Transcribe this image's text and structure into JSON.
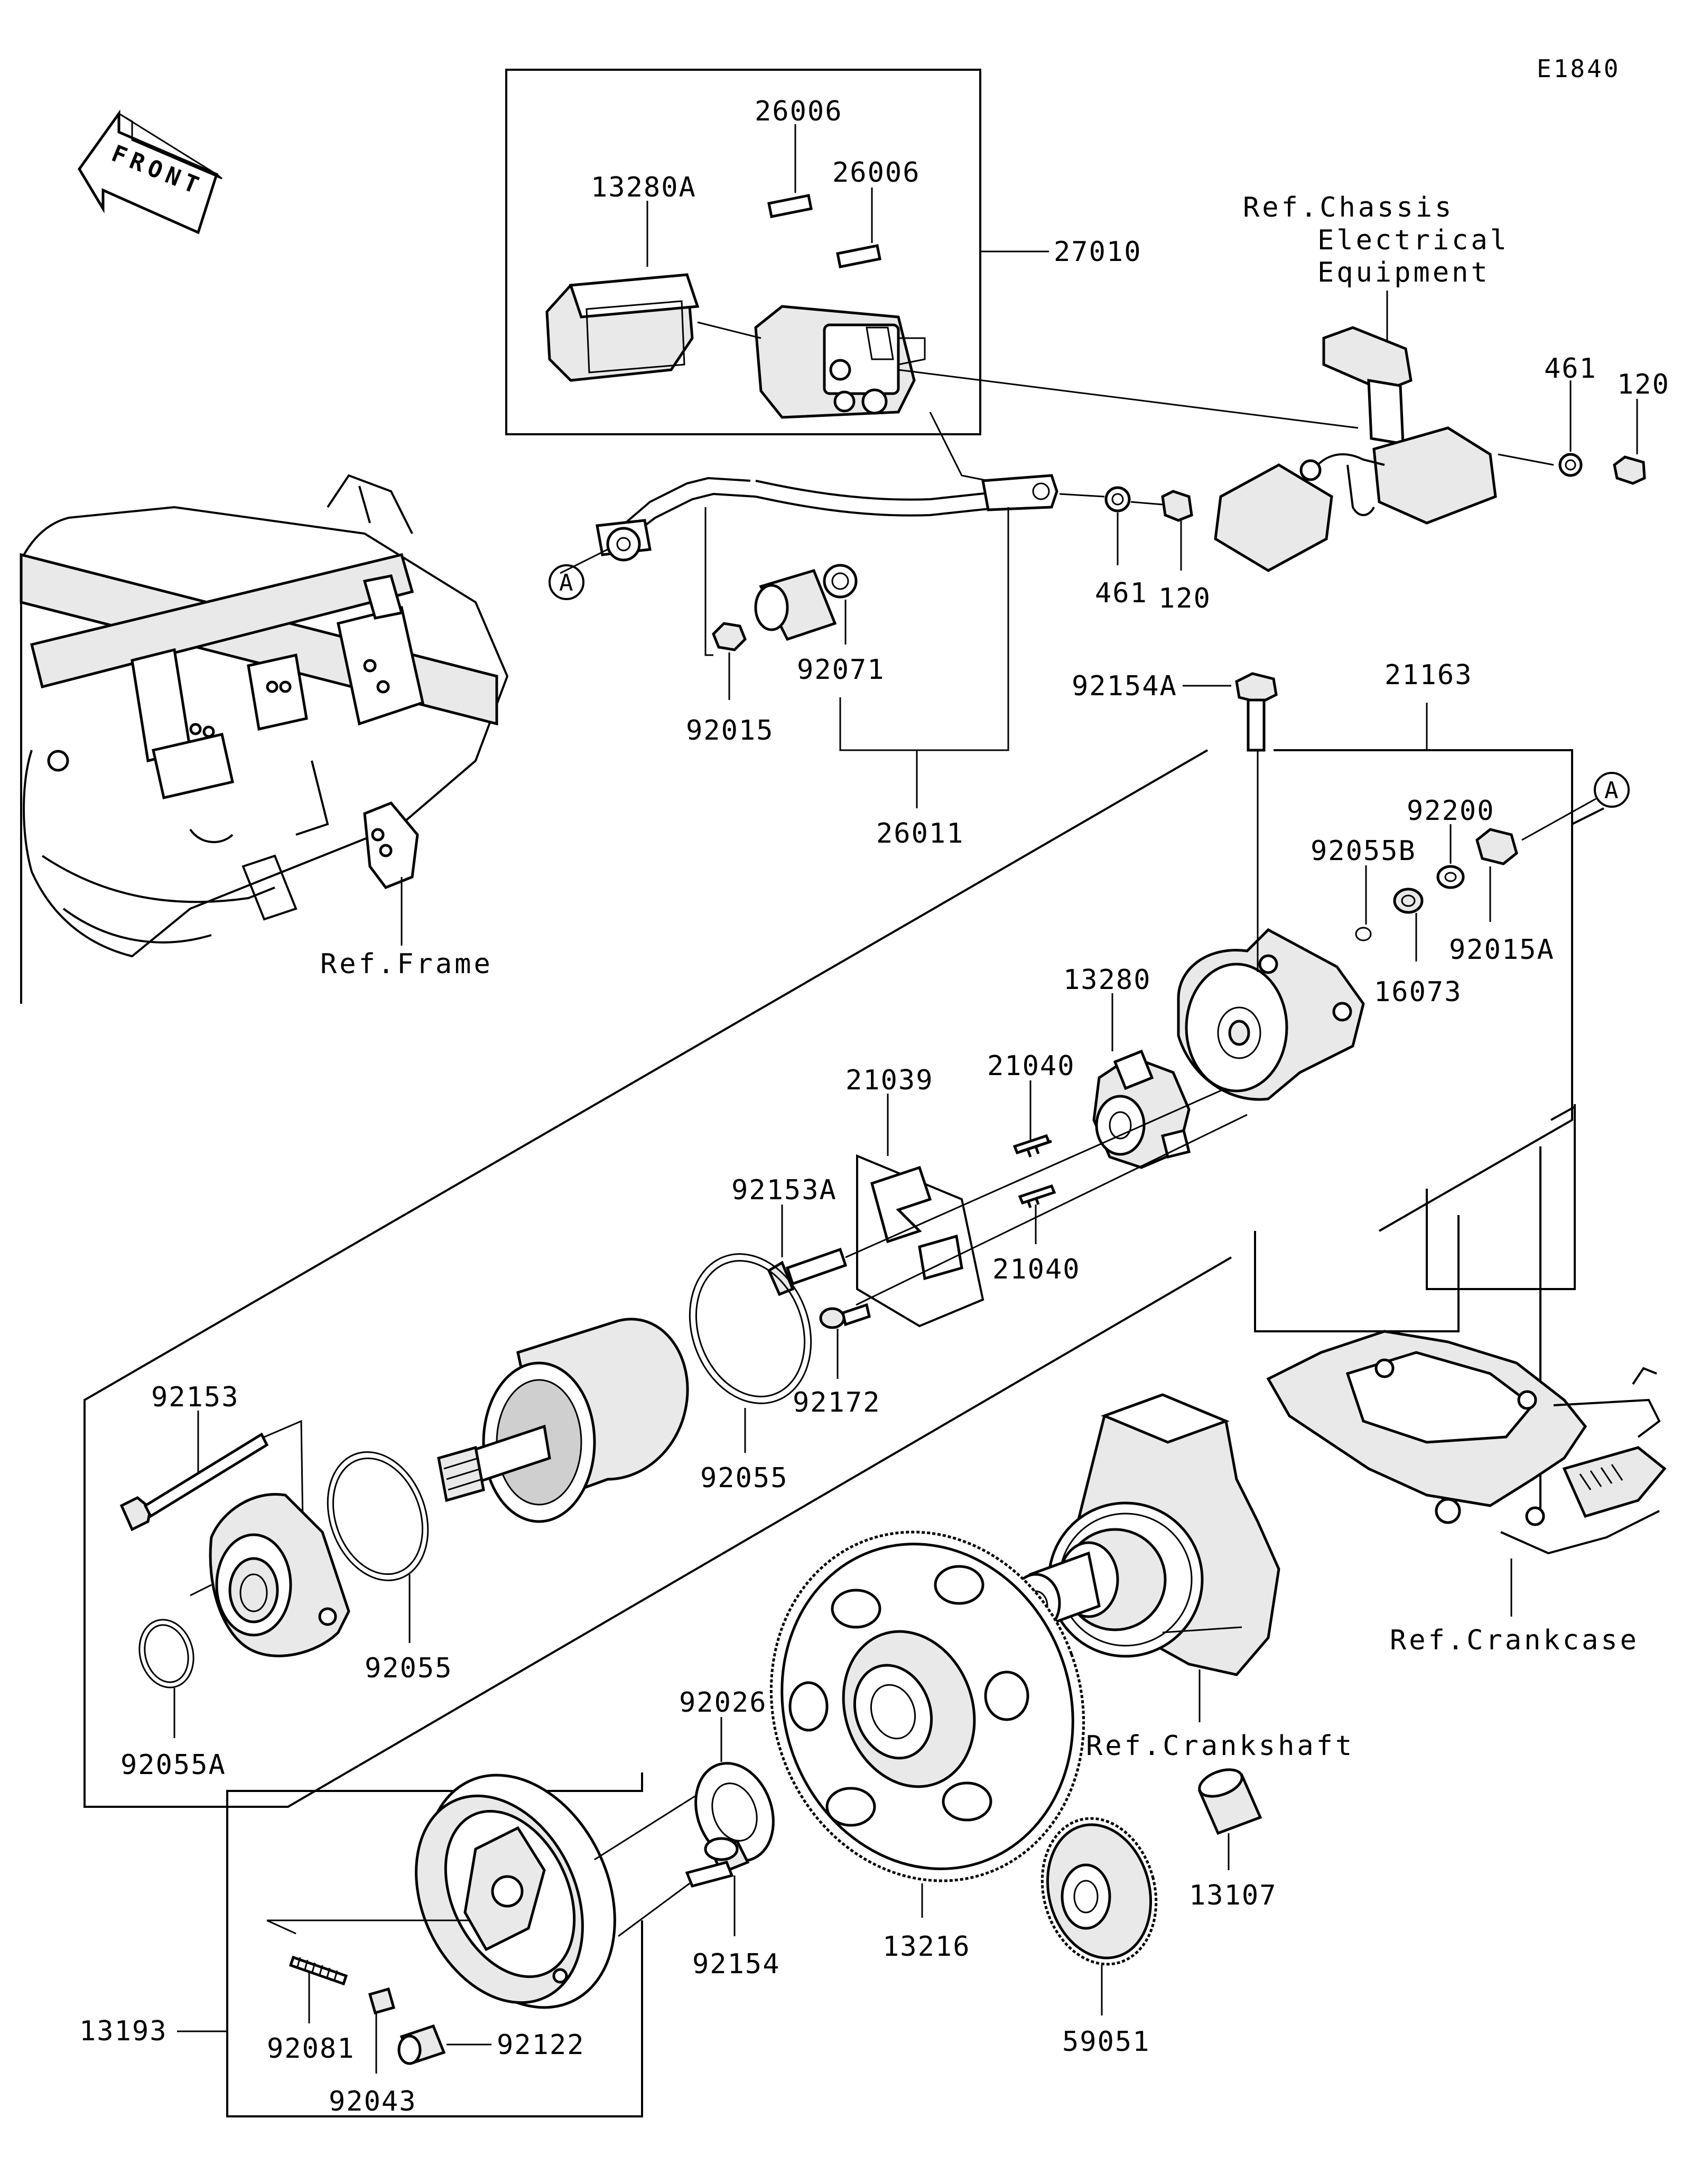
{
  "diagram_code": "E1840",
  "front_label": "FRONT",
  "callout_letter": "A",
  "parts": {
    "p26006a": "26006",
    "p26006b": "26006",
    "p13280A": "13280A",
    "p27010": "27010",
    "p461a": "461",
    "p120a": "120",
    "p461b": "461",
    "p120b": "120",
    "p92071": "92071",
    "p92015": "92015",
    "p26011": "26011",
    "p92154A": "92154A",
    "p21163": "21163",
    "p92200": "92200",
    "p92055B": "92055B",
    "p92015A": "92015A",
    "p16073": "16073",
    "p13280": "13280",
    "p21039": "21039",
    "p21040a": "21040",
    "p21040b": "21040",
    "p92153A": "92153A",
    "p92172": "92172",
    "p92153": "92153",
    "p92055a": "92055",
    "p92055b": "92055",
    "p92055A": "92055A",
    "p92026": "92026",
    "p13216": "13216",
    "p92154": "92154",
    "p59051": "59051",
    "p13107": "13107",
    "p13193": "13193",
    "p92081": "92081",
    "p92043": "92043",
    "p92122": "92122"
  },
  "references": {
    "chassis_line1": "Ref.Chassis",
    "chassis_line2": "Electrical",
    "chassis_line3": "Equipment",
    "frame": "Ref.Frame",
    "crankcase": "Ref.Crankcase",
    "crankshaft": "Ref.Crankshaft"
  }
}
